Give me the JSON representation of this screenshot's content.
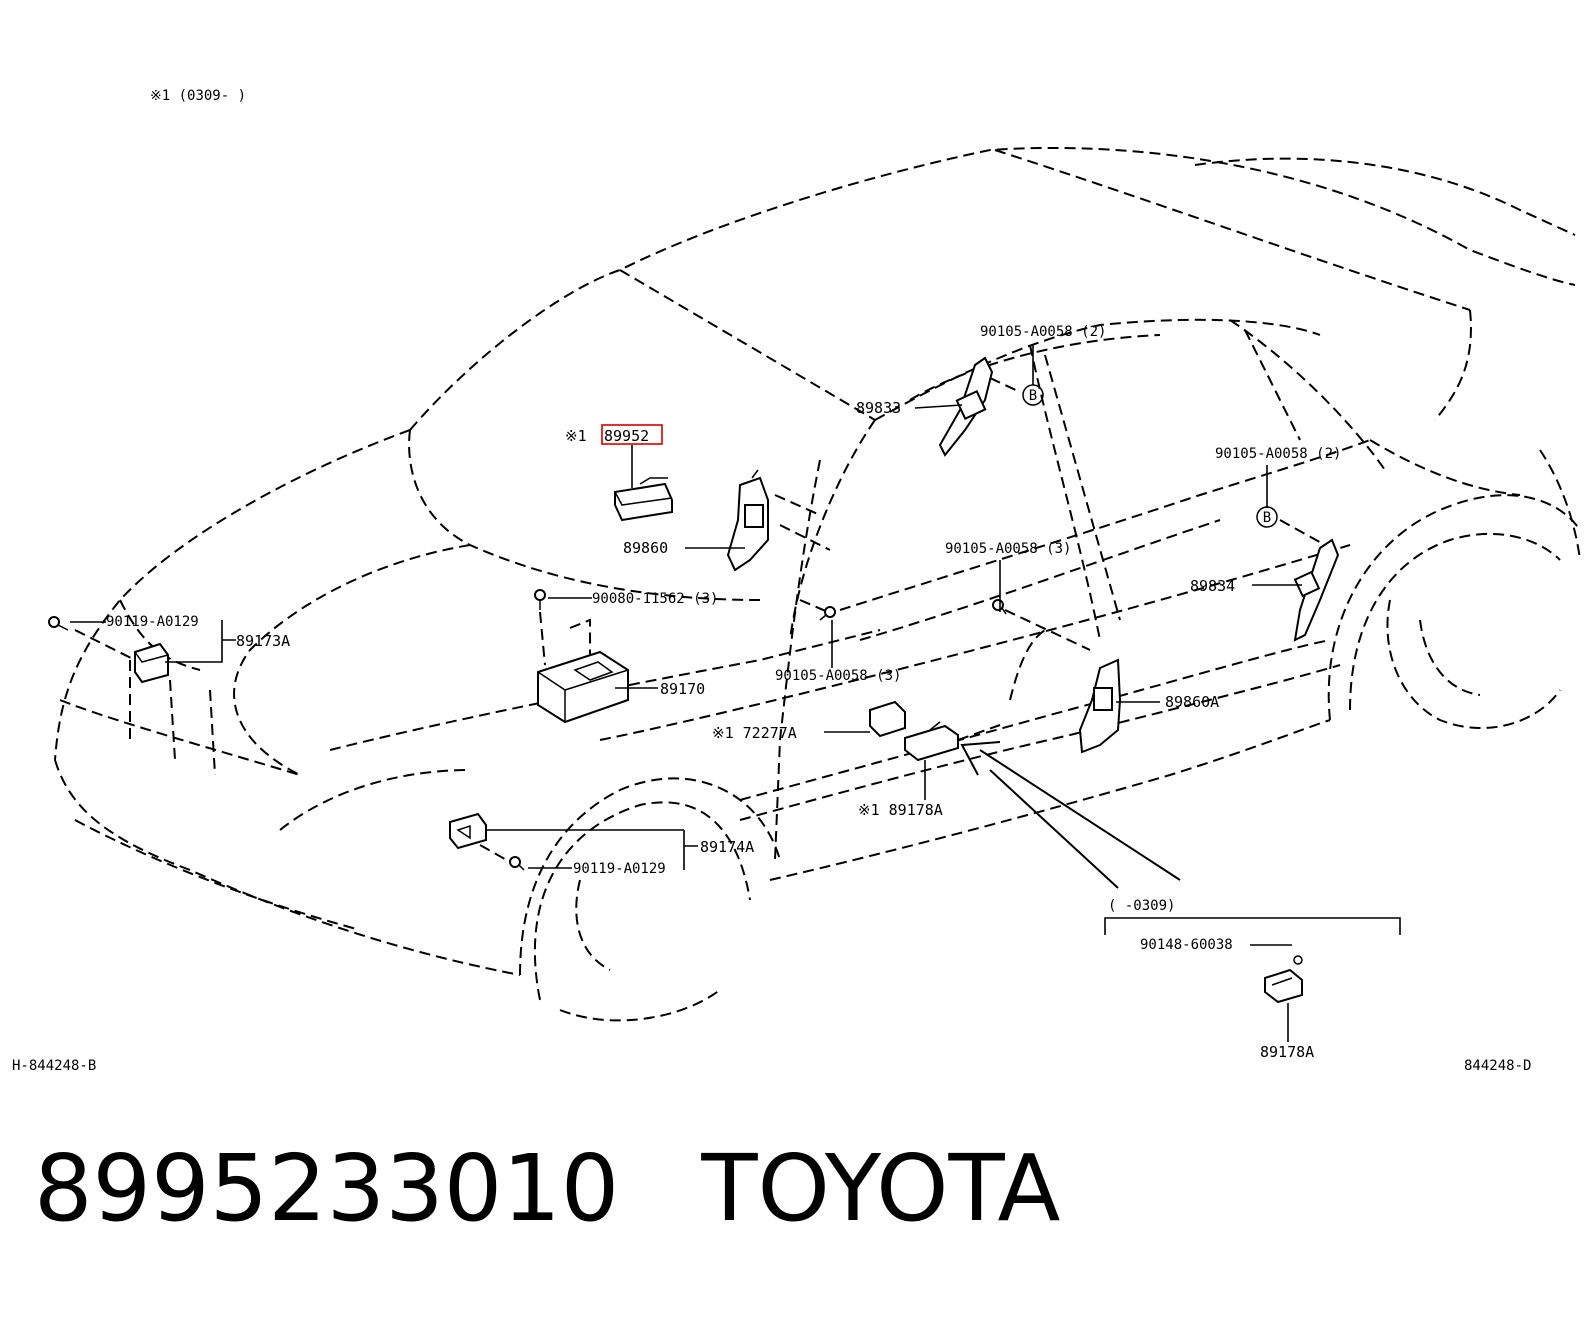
{
  "diagram": {
    "note_top": "※1 (0309-      )",
    "ref_left": "H-844248-B",
    "ref_right": "844248-D",
    "marker_b": "B",
    "inset_range": "(      -0309)"
  },
  "parts": {
    "p89952_prefix": "※1",
    "p89952": "89952",
    "p89833": "89833",
    "p89860": "89860",
    "p89834": "89834",
    "p89860A": "89860A",
    "p89173A": "89173A",
    "p89170": "89170",
    "p89174A": "89174A",
    "p72277A": "※1 72277A",
    "p89178A_main": "※1 89178A",
    "p89178A_inset": "89178A",
    "f90105_a": "90105-A0058 (2)",
    "f90105_b": "90105-A0058 (2)",
    "f90105_c": "90105-A0058 (3)",
    "f90105_d": "90105-A0058 (3)",
    "f90080": "90080-11562 (3)",
    "f90119_a": "90119-A0129",
    "f90119_b": "90119-A0129",
    "f90148": "90148-60038"
  },
  "title": {
    "part_number": "8995233010",
    "brand": "TOYOTA"
  },
  "colors": {
    "line": "#000000",
    "highlight": "#d40000",
    "background": "#ffffff"
  }
}
